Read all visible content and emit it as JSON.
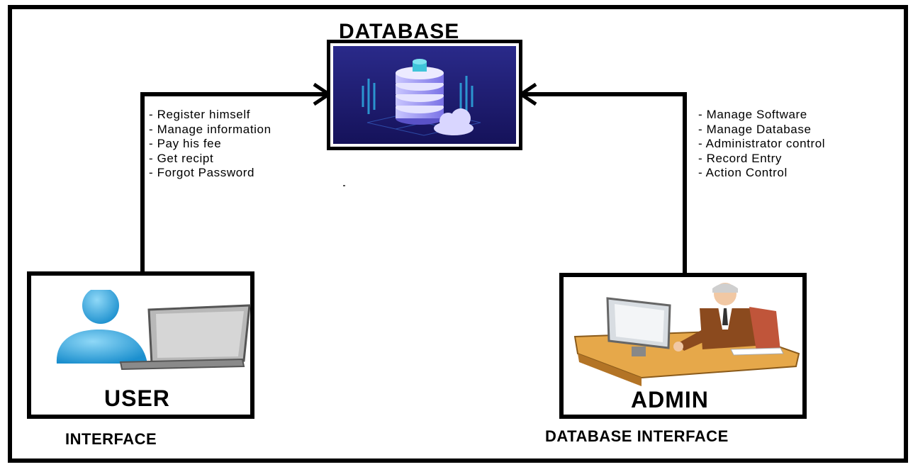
{
  "diagram": {
    "database": {
      "title": "DATABASE",
      "icon": "database-server-icon"
    },
    "user": {
      "label": "USER",
      "caption": "INTERFACE",
      "icon": "user-laptop-icon",
      "actions": [
        "- Register himself",
        "- Manage information",
        "- Pay his fee",
        "- Get recipt",
        "- Forgot Password"
      ]
    },
    "admin": {
      "label": "ADMIN",
      "caption": "DATABASE INTERFACE",
      "icon": "admin-desk-computer-icon",
      "actions": [
        "- Manage Software",
        "- Manage Database",
        "- Administrator control",
        "- Record Entry",
        "- Action Control"
      ]
    },
    "colors": {
      "border": "#000000",
      "db_background": "#1f1c6e",
      "user_figure": "#2aa6dd",
      "laptop": "#9a9a9a"
    }
  }
}
